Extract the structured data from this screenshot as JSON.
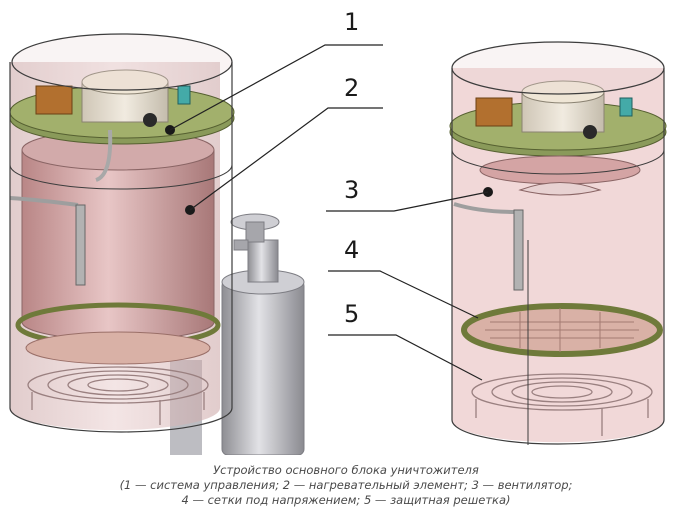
{
  "callouts": [
    {
      "number": "1"
    },
    {
      "number": "2"
    },
    {
      "number": "3"
    },
    {
      "number": "4"
    },
    {
      "number": "5"
    }
  ],
  "caption": {
    "title": "Устройство основного блока уничтожителя",
    "line2": "(1 — система управления; 2 — нагревательный элемент; 3 — вентилятор;",
    "line3": "4 — сетки под напряжением; 5 — защитная решетка)"
  },
  "colors": {
    "housing_tint": "#e3b3b3",
    "heater_cylinder": "#c89898",
    "control_plate": "#8a9a5a",
    "gas_cylinder": "#b8b8bc",
    "caption_text": "#4a4a4a"
  }
}
